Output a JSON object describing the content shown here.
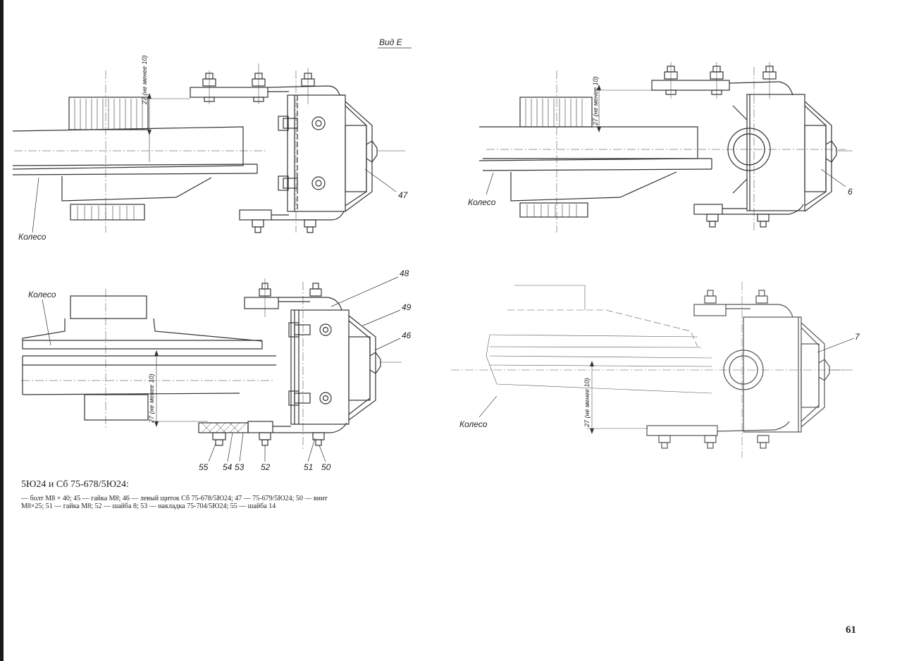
{
  "drawing": {
    "view_label": "Вид Е",
    "wheel_label": "Колесо",
    "dim_label": "27 (не менее 10)",
    "callouts": {
      "tl": [
        "47"
      ],
      "tr": [
        "6"
      ],
      "bl_right": [
        "48",
        "49",
        "46"
      ],
      "bl_bottom": [
        "55",
        "54",
        "53",
        "52",
        "51",
        "50"
      ],
      "br": [
        "7"
      ]
    }
  },
  "caption": {
    "title": "5Ю24 и Сб 75-678/5Ю24:",
    "body": "— болт М8 × 40; 45 — гайка М8; 46 — левый щиток Сб 75-678/5Ю24; 47 — 75-679/5Ю24; 50 — винт М8×25; 51 — гайка М8; 52 — шайба 8; 53 — накладка 75-704/5Ю24; 55 — шайба 14"
  },
  "page_number": "61"
}
